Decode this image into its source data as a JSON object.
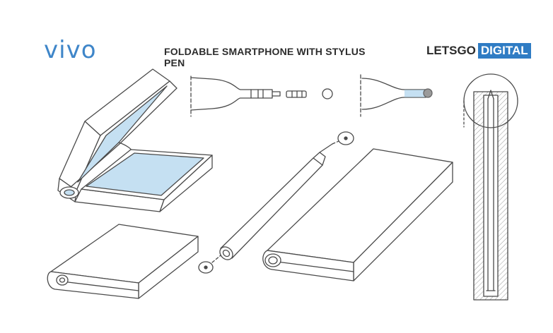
{
  "header": {
    "brand": "vivo",
    "title": "FOLDABLE SMARTPHONE WITH STYLUS PEN",
    "site_part1": "LETSGO",
    "site_part2": "DIGITAL"
  },
  "colors": {
    "brand_blue": "#3f86c9",
    "site_dark": "#2b2b2b",
    "site_blue_bg": "#2f7cc4",
    "screen_blue": "#c5e0f2",
    "line": "#4a4a4a",
    "hatch": "#9a9a9a"
  }
}
